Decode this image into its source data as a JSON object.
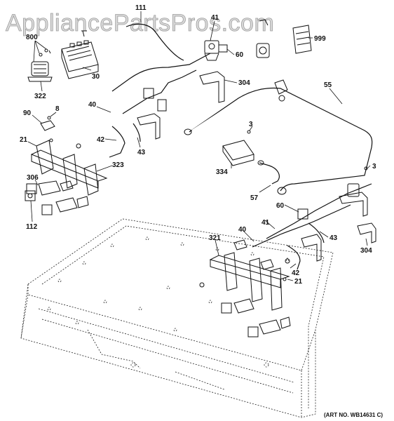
{
  "watermark": "AppliancePartsPros.com",
  "art_number": "(ART NO. WB14631 C)",
  "callouts": [
    {
      "id": "c111",
      "text": "111"
    },
    {
      "id": "c41a",
      "text": "41"
    },
    {
      "id": "c800",
      "text": "800"
    },
    {
      "id": "c60a",
      "text": "60"
    },
    {
      "id": "c999",
      "text": "999"
    },
    {
      "id": "c30",
      "text": "30"
    },
    {
      "id": "c322",
      "text": "322"
    },
    {
      "id": "c304a",
      "text": "304"
    },
    {
      "id": "c55",
      "text": "55"
    },
    {
      "id": "c40a",
      "text": "40"
    },
    {
      "id": "c90",
      "text": "90"
    },
    {
      "id": "c8",
      "text": "8"
    },
    {
      "id": "c3a",
      "text": "3"
    },
    {
      "id": "c42a",
      "text": "42"
    },
    {
      "id": "c43a",
      "text": "43"
    },
    {
      "id": "c21a",
      "text": "21"
    },
    {
      "id": "c323",
      "text": "323"
    },
    {
      "id": "c334",
      "text": "334"
    },
    {
      "id": "c3b",
      "text": "3"
    },
    {
      "id": "c306",
      "text": "306"
    },
    {
      "id": "c57",
      "text": "57"
    },
    {
      "id": "c60b",
      "text": "60"
    },
    {
      "id": "c112",
      "text": "112"
    },
    {
      "id": "c41b",
      "text": "41"
    },
    {
      "id": "c40b",
      "text": "40"
    },
    {
      "id": "c43b",
      "text": "43"
    },
    {
      "id": "c321",
      "text": "321"
    },
    {
      "id": "c304b",
      "text": "304"
    },
    {
      "id": "c42b",
      "text": "42"
    },
    {
      "id": "c21b",
      "text": "21"
    }
  ]
}
